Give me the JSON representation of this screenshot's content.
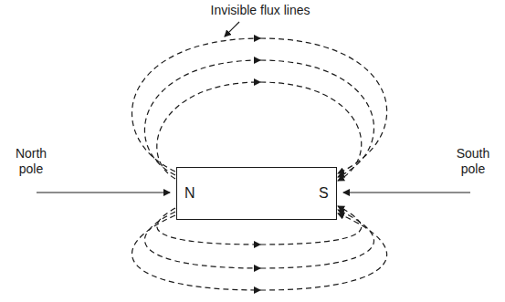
{
  "diagram": {
    "nodes": [
      {
        "text": [
          "N",
          "S"
        ]
      }
    ],
    "labels": [
      "Invisible flux lines",
      "North pole",
      "South pole"
    ]
  }
}
